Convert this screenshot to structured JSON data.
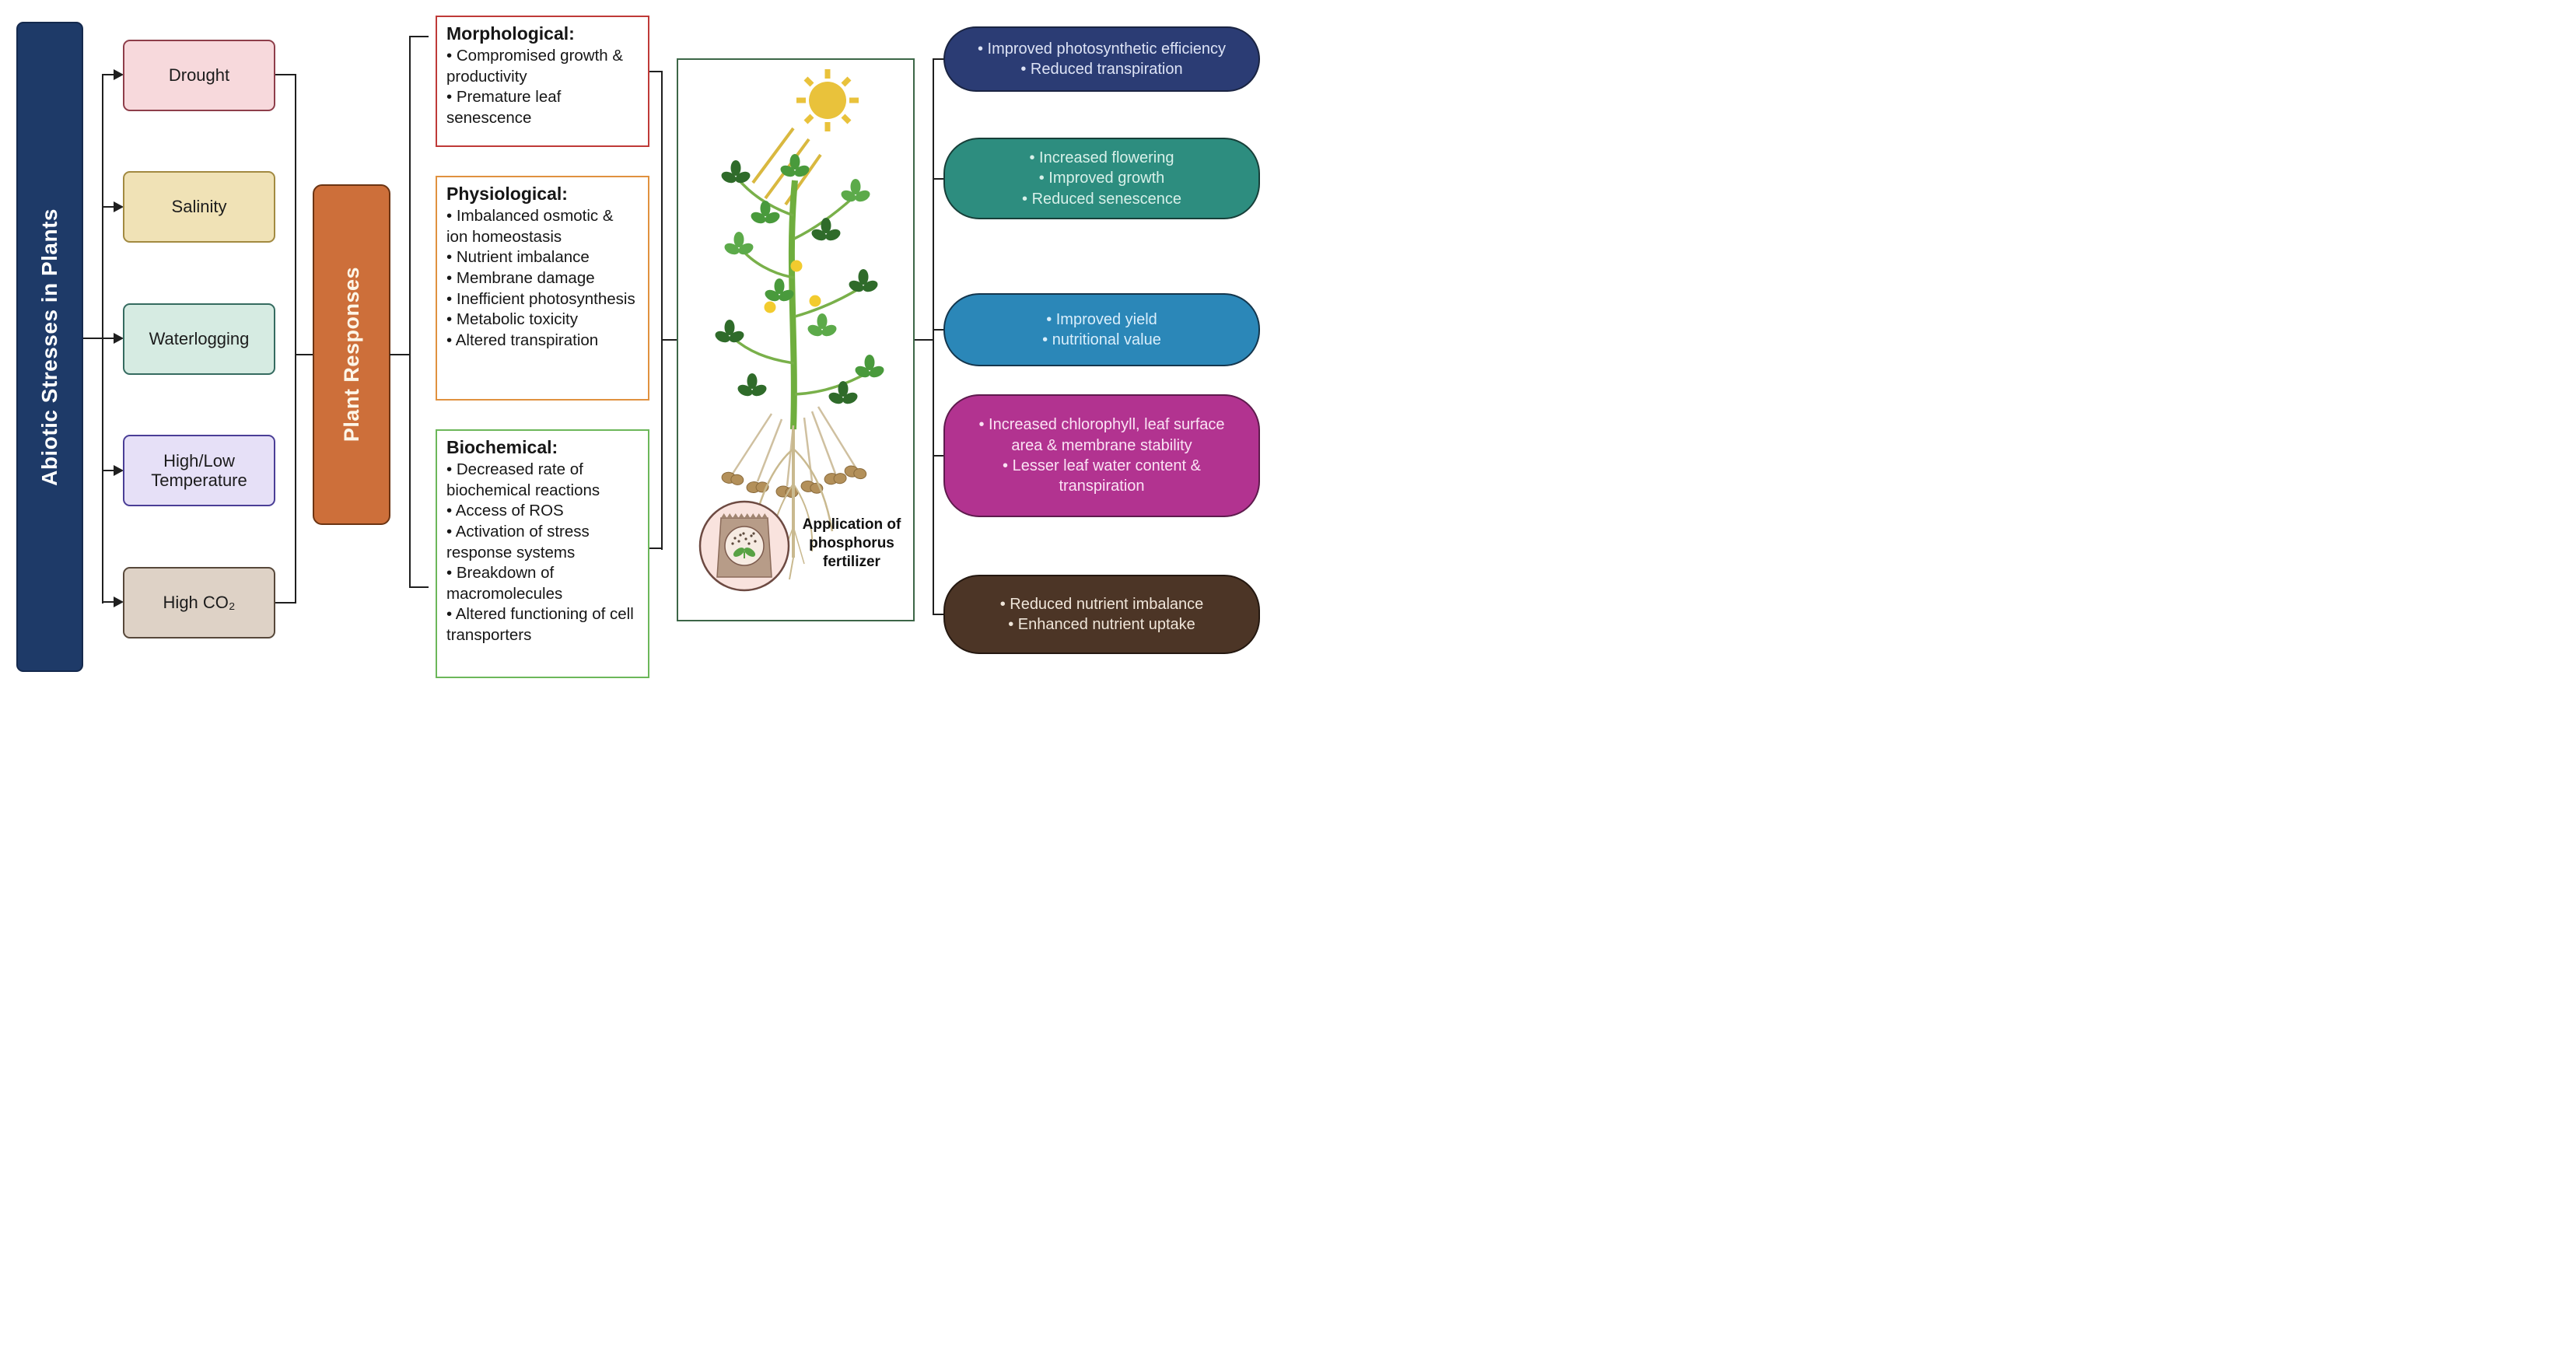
{
  "figure": {
    "background": "#ffffff",
    "line_color": "#1f1f1f"
  },
  "left_bar": {
    "label": "Abiotic Stresses in Plants",
    "fill": "#1e3a68",
    "border": "#14294d",
    "text_color": "#ffffff"
  },
  "stress_boxes": [
    {
      "label": "Drought",
      "fill": "#f7d9dc",
      "border": "#8e3e4a"
    },
    {
      "label": "Salinity",
      "fill": "#f0e2b6",
      "border": "#a28a41"
    },
    {
      "label": "Waterlogging",
      "fill": "#d6ebe2",
      "border": "#356b60"
    },
    {
      "label": "High/Low Temperature",
      "fill": "#e6e0f7",
      "border": "#4a3e96"
    },
    {
      "label": "High CO₂",
      "fill": "#ded2c6",
      "border": "#57483a"
    }
  ],
  "plant_responses_bar": {
    "label": "Plant Responses",
    "fill": "#cd6f3a",
    "border": "#6b3413",
    "text_color": "#fdf6e8"
  },
  "response_boxes": [
    {
      "title": "Morphological:",
      "border": "#bf3a38",
      "bullets": [
        "• Compromised growth & productivity",
        "• Premature leaf senescence"
      ]
    },
    {
      "title": "Physiological:",
      "border": "#e0913f",
      "bullets": [
        "• Imbalanced osmotic & ion homeostasis",
        "• Nutrient imbalance",
        "• Membrane damage",
        "• Inefficient photosynthesis",
        "• Metabolic toxicity",
        "• Altered transpiration"
      ]
    },
    {
      "title": "Biochemical:",
      "border": "#6cb75a",
      "bullets": [
        "• Decreased rate of biochemical reactions",
        "• Access of ROS",
        "• Activation of stress response systems",
        "• Breakdown of macromolecules",
        "• Altered functioning of cell transporters"
      ]
    }
  ],
  "treatment_panel": {
    "border": "#3c6647",
    "caption": "Application of phosphorus fertilizer",
    "sun_color": "#e9c23b",
    "beam_color": "#d9b83f",
    "stem_color": "#6fae3e",
    "leaf_colors": [
      "#2f6b2a",
      "#499a3c",
      "#5caa4a"
    ],
    "flower_color": "#f2cb2e",
    "pod_color": "#b3905a",
    "root_color": "#c9b98f",
    "fertilizer_icon": {
      "circle_fill": "#f9e3de",
      "circle_border": "#6d4a42",
      "bag_fill": "#b79c88",
      "seed_color": "#5d4a3c",
      "sprout_color": "#58a244"
    }
  },
  "outcome_pills": [
    {
      "fill": "#2b3c74",
      "border": "#1a2442",
      "text_color": "#dde3f5",
      "lines": [
        "• Improved photosynthetic efficiency",
        "• Reduced transpiration"
      ]
    },
    {
      "fill": "#2d8d7f",
      "border": "#173f39",
      "text_color": "#d8f0e9",
      "lines": [
        "• Increased flowering",
        "• Improved growth",
        "• Reduced senescence"
      ]
    },
    {
      "fill": "#2b87b8",
      "border": "#14364d",
      "text_color": "#d9eefb",
      "lines": [
        "• Improved yield",
        "• nutritional value"
      ]
    },
    {
      "fill": "#b23390",
      "border": "#5e1b4d",
      "text_color": "#fbe3f4",
      "lines": [
        "• Increased chlorophyll, leaf surface area & membrane stability",
        "• Lesser leaf water content & transpiration"
      ]
    },
    {
      "fill": "#4c3526",
      "border": "#241810",
      "text_color": "#f0e6da",
      "lines": [
        "• Reduced nutrient imbalance",
        "• Enhanced nutrient uptake"
      ]
    }
  ]
}
